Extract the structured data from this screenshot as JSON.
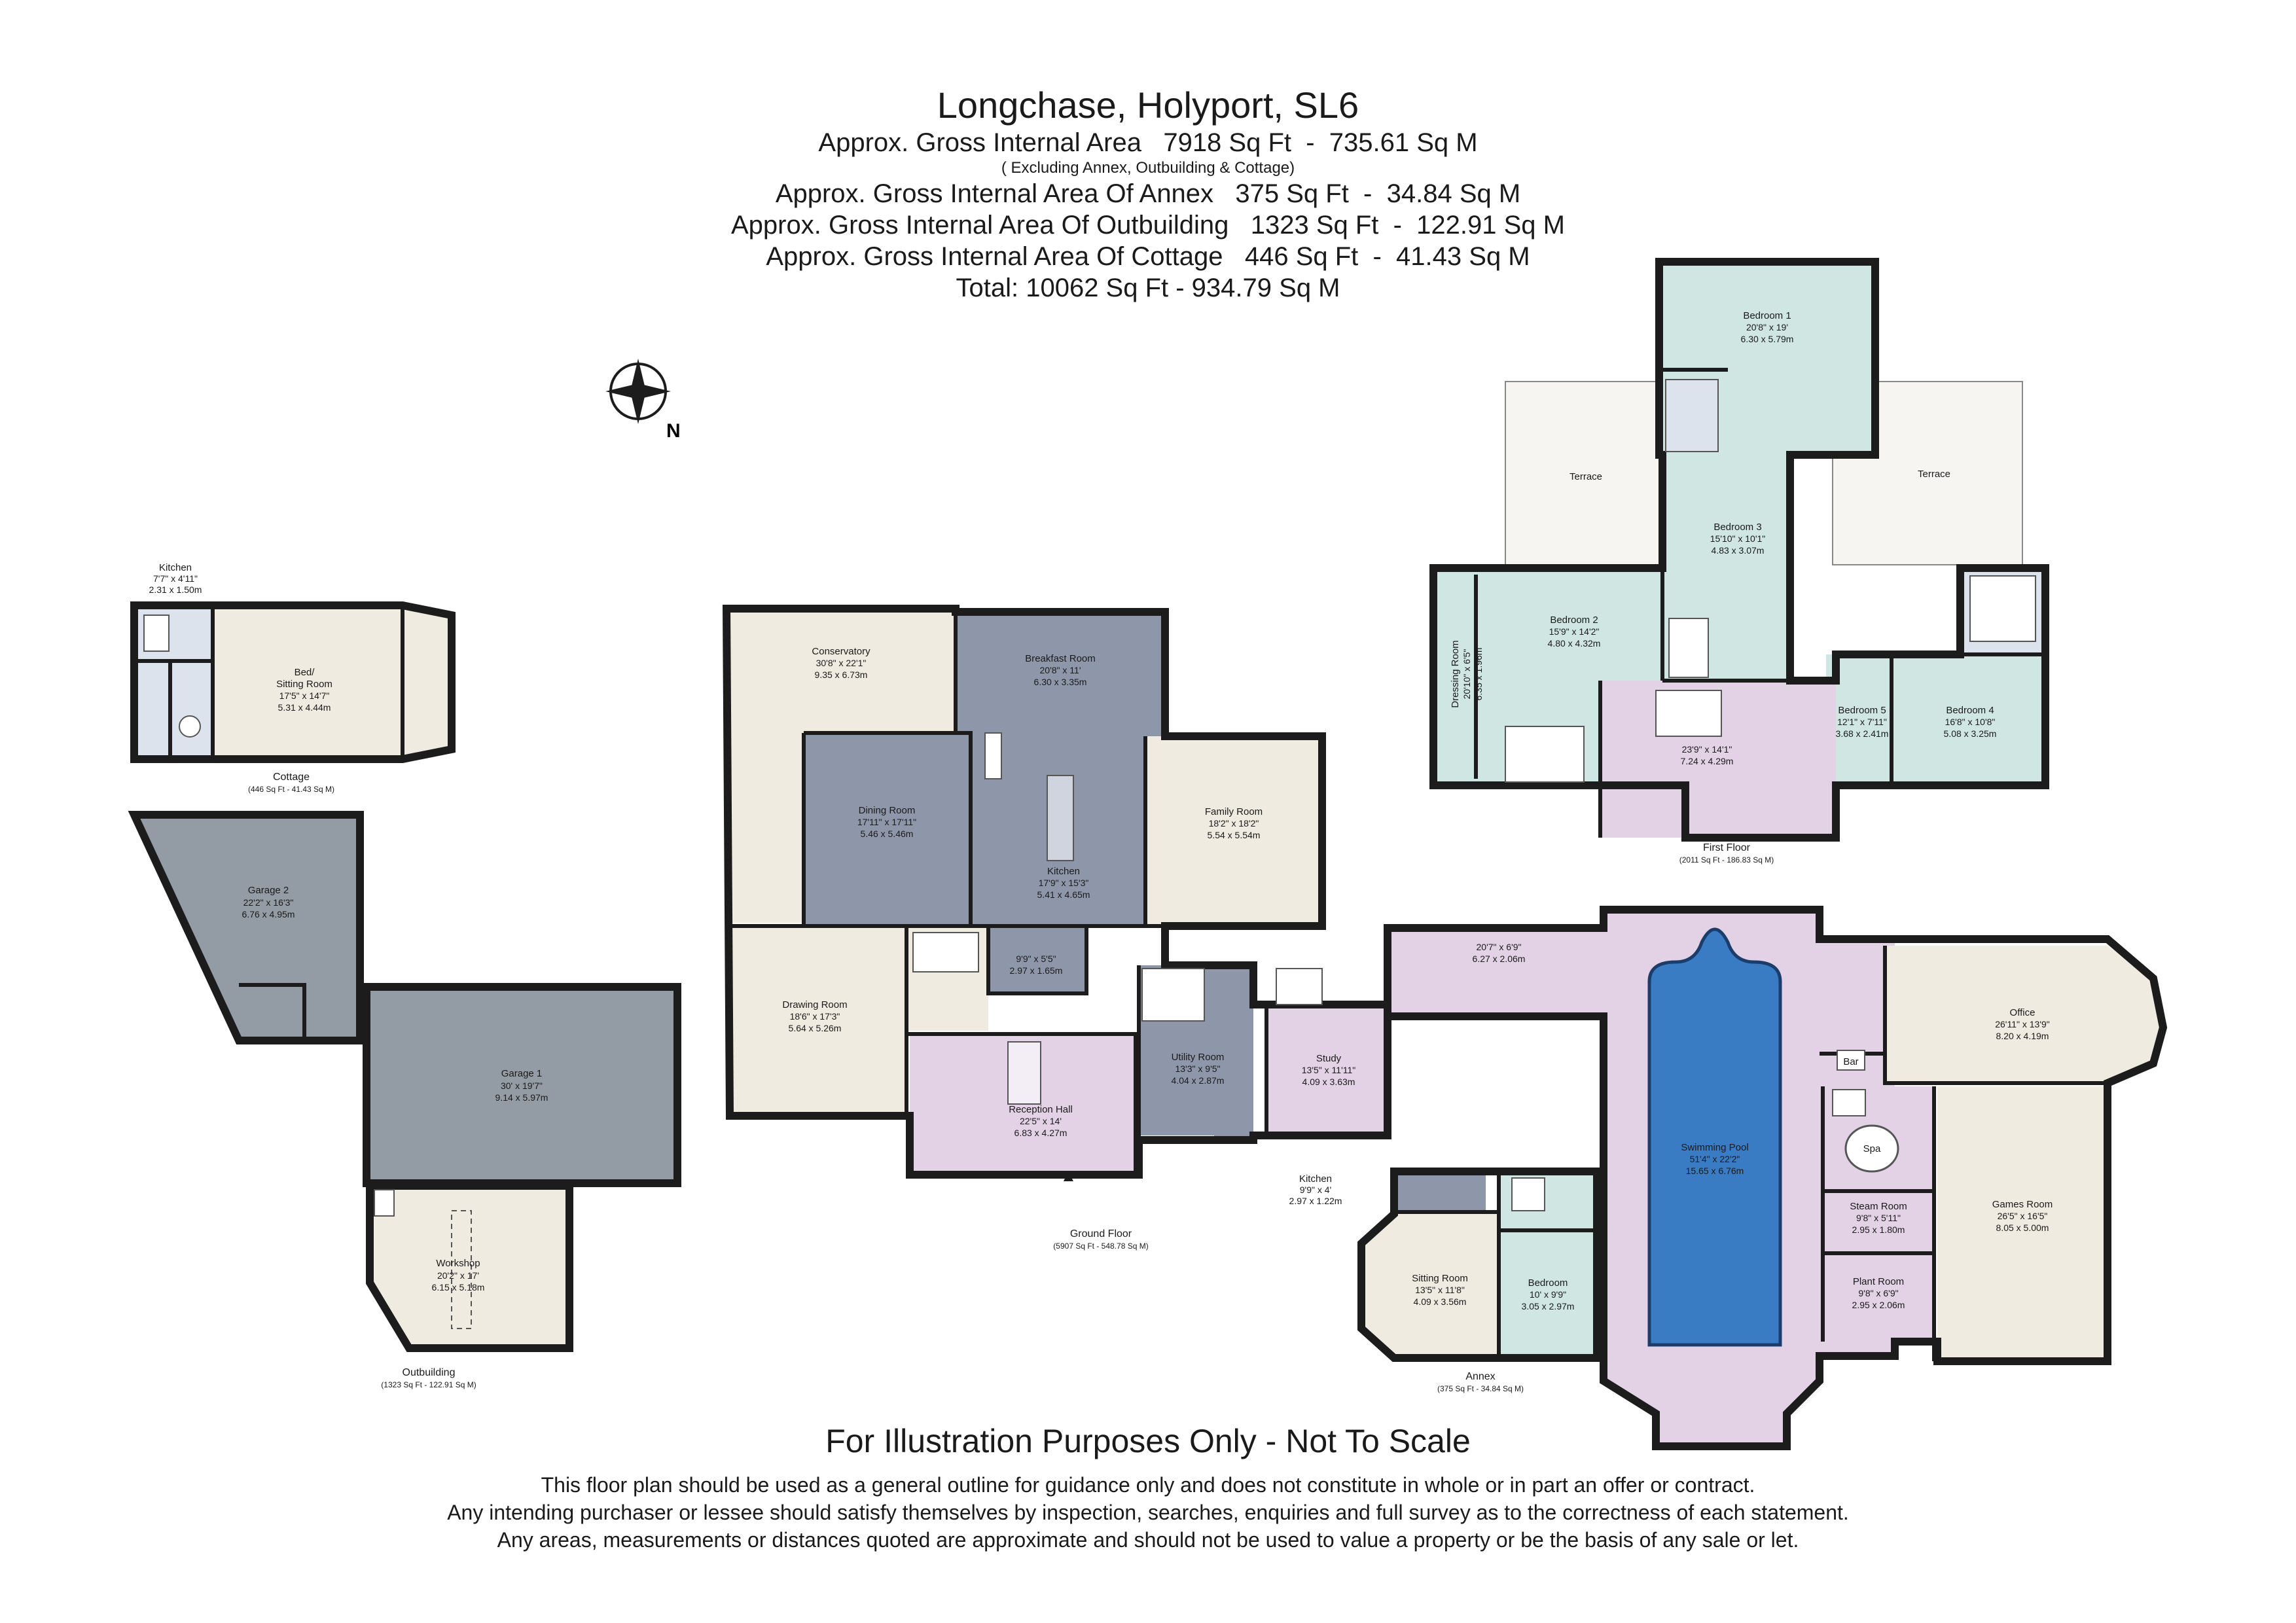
{
  "header": {
    "title": "Longchase, Holyport, SL6",
    "main_area": "Approx. Gross Internal Area   7918 Sq Ft  -  735.61 Sq M",
    "main_note": "( Excluding Annex, Outbuilding & Cottage)",
    "annex_area": "Approx. Gross Internal Area Of Annex   375 Sq Ft  -  34.84 Sq M",
    "outbuilding_area": "Approx. Gross Internal Area Of Outbuilding   1323 Sq Ft  -  122.91 Sq M",
    "cottage_area": "Approx. Gross Internal Area Of Cottage   446 Sq Ft  -  41.43 Sq M",
    "total": "Total: 10062 Sq Ft - 934.79 Sq M"
  },
  "compass": {
    "label": "N"
  },
  "colors": {
    "wall": "#1c1c1c",
    "slate": "#8e97aa",
    "grey": "#939ca4",
    "lavender": "#e3d2e6",
    "mint": "#cfe6e3",
    "cream": "#f0ebe1",
    "terrace": "#f7f5f1",
    "pool": "#3a7cc4",
    "fixture": "#dde3ed"
  },
  "rooms": {
    "cottage_kitchen": {
      "name": "Kitchen",
      "dims": "7'7\" x 4'11\"",
      "metric": "2.31 x 1.50m"
    },
    "bed_sitting": {
      "name": "Bed/",
      "name2": "Sitting Room",
      "dims": "17'5\" x 14'7\"",
      "metric": "5.31 x 4.44m"
    },
    "garage2": {
      "name": "Garage 2",
      "dims": "22'2\" x 16'3\"",
      "metric": "6.76 x 4.95m"
    },
    "garage1": {
      "name": "Garage 1",
      "dims": "30' x 19'7\"",
      "metric": "9.14 x 5.97m"
    },
    "workshop": {
      "name": "Workshop",
      "dims": "20'2\" x 17'",
      "metric": "6.15 x 5.18m"
    },
    "conservatory": {
      "name": "Conservatory",
      "dims": "30'8\" x 22'1\"",
      "metric": "9.35 x 6.73m"
    },
    "breakfast": {
      "name": "Breakfast Room",
      "dims": "20'8\" x 11'",
      "metric": "6.30 x 3.35m"
    },
    "dining": {
      "name": "Dining Room",
      "dims": "17'11\" x 17'11\"",
      "metric": "5.46 x 5.46m"
    },
    "kitchen": {
      "name": "Kitchen",
      "dims": "17'9\" x 15'3\"",
      "metric": "5.41 x 4.65m"
    },
    "family": {
      "name": "Family Room",
      "dims": "18'2\" x 18'2\"",
      "metric": "5.54 x 5.54m"
    },
    "drawing": {
      "name": "Drawing Room",
      "dims": "18'6\" x 17'3\"",
      "metric": "5.64 x 5.26m"
    },
    "small_room": {
      "dims": "9'9\" x 5'5\"",
      "metric": "2.97 x 1.65m"
    },
    "reception": {
      "name": "Reception Hall",
      "dims": "22'5\" x 14'",
      "metric": "6.83 x 4.27m"
    },
    "utility": {
      "name": "Utility Room",
      "dims": "13'3\" x 9'5\"",
      "metric": "4.04 x 2.87m"
    },
    "study": {
      "name": "Study",
      "dims": "13'5\" x 11'11\"",
      "metric": "4.09 x 3.63m"
    },
    "corridor": {
      "dims": "20'7\" x 6'9\"",
      "metric": "6.27 x 2.06m"
    },
    "office": {
      "name": "Office",
      "dims": "26'11\" x 13'9\"",
      "metric": "8.20 x 4.19m"
    },
    "bar": {
      "name": "Bar"
    },
    "pool": {
      "name": "Swimming Pool",
      "dims": "51'4\" x 22'2\"",
      "metric": "15.65 x 6.76m"
    },
    "spa": {
      "name": "Spa"
    },
    "games": {
      "name": "Games Room",
      "dims": "26'5\" x 16'5\"",
      "metric": "8.05 x 5.00m"
    },
    "steam": {
      "name": "Steam Room",
      "dims": "9'8\" x 5'11\"",
      "metric": "2.95 x 1.80m"
    },
    "plant": {
      "name": "Plant Room",
      "dims": "9'8\" x 6'9\"",
      "metric": "2.95 x 2.06m"
    },
    "annex_kitchen": {
      "name": "Kitchen",
      "dims": "9'9\" x 4'",
      "metric": "2.97 x 1.22m"
    },
    "annex_sitting": {
      "name": "Sitting Room",
      "dims": "13'5\" x 11'8\"",
      "metric": "4.09 x 3.56m"
    },
    "annex_bedroom": {
      "name": "Bedroom",
      "dims": "10' x 9'9\"",
      "metric": "3.05 x 2.97m"
    },
    "bedroom1": {
      "name": "Bedroom 1",
      "dims": "20'8\" x 19'",
      "metric": "6.30 x 5.79m"
    },
    "terrace_left": {
      "name": "Terrace"
    },
    "terrace_right": {
      "name": "Terrace"
    },
    "bedroom3": {
      "name": "Bedroom 3",
      "dims": "15'10\" x 10'1\"",
      "metric": "4.83 x 3.07m"
    },
    "dressing": {
      "name": "Dressing Room",
      "dims": "20'10\" x 6'5\"",
      "metric": "6.35 x 1.96m"
    },
    "bedroom2": {
      "name": "Bedroom 2",
      "dims": "15'9\" x 14'2\"",
      "metric": "4.80 x 4.32m"
    },
    "landing": {
      "dims": "23'9\" x 14'1\"",
      "metric": "7.24 x 4.29m"
    },
    "bedroom5": {
      "name": "Bedroom 5",
      "dims": "12'1\" x 7'11\"",
      "metric": "3.68 x 2.41m"
    },
    "bedroom4": {
      "name": "Bedroom 4",
      "dims": "16'8\" x 10'8\"",
      "metric": "5.08 x 3.25m"
    }
  },
  "floors": {
    "cottage": {
      "label": "Cottage",
      "area": "(446 Sq Ft  -  41.43 Sq M)"
    },
    "outbuilding": {
      "label": "Outbuilding",
      "area": "(1323 Sq Ft  -  122.91 Sq M)"
    },
    "ground": {
      "label": "Ground Floor",
      "area": "(5907 Sq Ft  -  548.78 Sq M)"
    },
    "annex": {
      "label": "Annex",
      "area": "(375 Sq Ft  -  34.84 Sq M)"
    },
    "first": {
      "label": "First Floor",
      "area": "(2011 Sq Ft  -  186.83 Sq M)"
    }
  },
  "footer": {
    "title": "For Illustration Purposes Only - Not To Scale",
    "line1": "This floor plan should be used as a general outline for guidance only and does not constitute in whole or in part an offer or contract.",
    "line2": "Any intending purchaser or lessee should satisfy themselves by inspection, searches, enquiries and full survey as to the correctness of each statement.",
    "line3": "Any areas, measurements or distances quoted are approximate and should not be used to value a property or be the basis of any sale or let."
  }
}
